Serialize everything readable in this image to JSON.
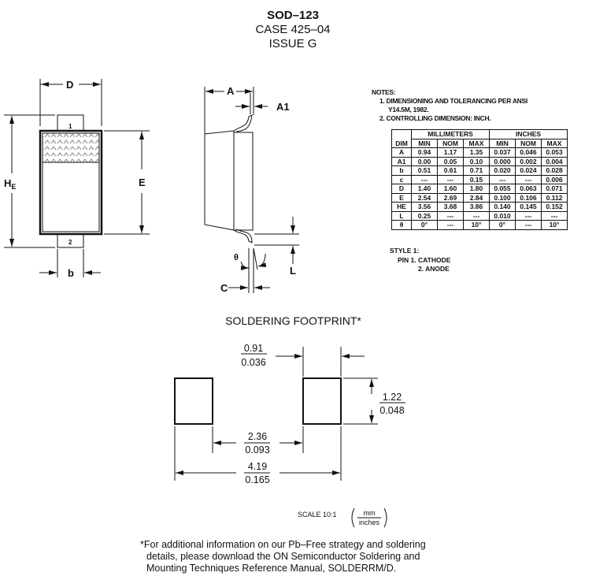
{
  "header": {
    "package": "SOD–123",
    "case": "CASE 425–04",
    "issue": "ISSUE G"
  },
  "drawing_labels": {
    "D": "D",
    "HE": "H",
    "HE_sub": "E",
    "E": "E",
    "b": "b",
    "pin1": "1",
    "pin2": "2",
    "A": "A",
    "A1": "A1",
    "theta": "θ",
    "C": "C",
    "L": "L"
  },
  "notes": {
    "heading": "NOTES:",
    "n1a": "1. DIMENSIONING AND TOLERANCING PER ANSI",
    "n1b": "Y14.5M, 1982.",
    "n2": "2. CONTROLLING DIMENSION: INCH."
  },
  "table": {
    "group_mm": "MILLIMETERS",
    "group_in": "INCHES",
    "headers": [
      "DIM",
      "MIN",
      "NOM",
      "MAX",
      "MIN",
      "NOM",
      "MAX"
    ],
    "rows": [
      [
        "A",
        "0.94",
        "1.17",
        "1.35",
        "0.037",
        "0.046",
        "0.053"
      ],
      [
        "A1",
        "0.00",
        "0.05",
        "0.10",
        "0.000",
        "0.002",
        "0.004"
      ],
      [
        "b",
        "0.51",
        "0.61",
        "0.71",
        "0.020",
        "0.024",
        "0.028"
      ],
      [
        "c",
        "---",
        "---",
        "0.15",
        "---",
        "---",
        "0.006"
      ],
      [
        "D",
        "1.40",
        "1.60",
        "1.80",
        "0.055",
        "0.063",
        "0.071"
      ],
      [
        "E",
        "2.54",
        "2.69",
        "2.84",
        "0.100",
        "0.106",
        "0.112"
      ],
      [
        "HE",
        "3.56",
        "3.68",
        "3.86",
        "0.140",
        "0.145",
        "0.152"
      ],
      [
        "L",
        "0.25",
        "---",
        "---",
        "0.010",
        "---",
        "---"
      ],
      [
        "θ",
        "0°",
        "---",
        "10°",
        "0°",
        "---",
        "10°"
      ]
    ]
  },
  "style": {
    "heading": "STYLE 1:",
    "pin1": "PIN 1. CATHODE",
    "pin2": "2. ANODE"
  },
  "footprint": {
    "title": "SOLDERING FOOTPRINT*",
    "pad_width_mm": "0.91",
    "pad_width_in": "0.036",
    "pad_height_mm": "1.22",
    "pad_height_in": "0.048",
    "gap_mm": "2.36",
    "gap_in": "0.093",
    "overall_mm": "4.19",
    "overall_in": "0.165",
    "scale": "SCALE 10:1",
    "unit_top": "mm",
    "unit_bottom": "inches"
  },
  "footnote": {
    "l1": "*For additional information on our Pb–Free strategy and soldering",
    "l2": "details, please download the ON Semiconductor Soldering and",
    "l3": "Mounting Techniques Reference Manual, SOLDERRM/D."
  }
}
